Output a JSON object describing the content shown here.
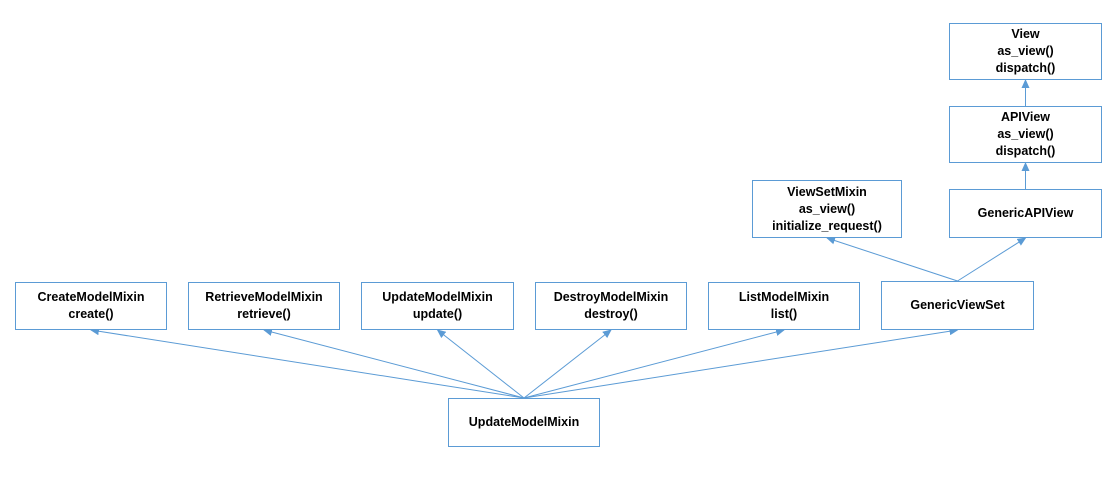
{
  "colors": {
    "stroke": "#5b9bd5",
    "text": "#000000",
    "background": "#ffffff"
  },
  "nodes": {
    "view": {
      "lines": [
        "View",
        "as_view()",
        "dispatch()"
      ]
    },
    "apiview": {
      "lines": [
        "APIView",
        "as_view()",
        "dispatch()"
      ]
    },
    "genericapiview": {
      "lines": [
        "GenericAPIView"
      ]
    },
    "viewsetmixin": {
      "lines": [
        "ViewSetMixin",
        "as_view()",
        "initialize_request()"
      ]
    },
    "genericviewset": {
      "lines": [
        "GenericViewSet"
      ]
    },
    "create": {
      "lines": [
        "CreateModelMixin",
        "create()"
      ]
    },
    "retrieve": {
      "lines": [
        "RetrieveModelMixin",
        "retrieve()"
      ]
    },
    "update": {
      "lines": [
        "UpdateModelMixin",
        "update()"
      ]
    },
    "destroy": {
      "lines": [
        "DestroyModelMixin",
        "destroy()"
      ]
    },
    "list": {
      "lines": [
        "ListModelMixin",
        "list()"
      ]
    },
    "bottom": {
      "lines": [
        "UpdateModelMixin"
      ]
    }
  },
  "edges": [
    {
      "from": "apiview",
      "to": "view"
    },
    {
      "from": "genericapiview",
      "to": "apiview"
    },
    {
      "from": "genericviewset",
      "to": "viewsetmixin"
    },
    {
      "from": "genericviewset",
      "to": "genericapiview"
    },
    {
      "from": "bottom",
      "to": "create"
    },
    {
      "from": "bottom",
      "to": "retrieve"
    },
    {
      "from": "bottom",
      "to": "update"
    },
    {
      "from": "bottom",
      "to": "destroy"
    },
    {
      "from": "bottom",
      "to": "list"
    },
    {
      "from": "bottom",
      "to": "genericviewset"
    }
  ]
}
